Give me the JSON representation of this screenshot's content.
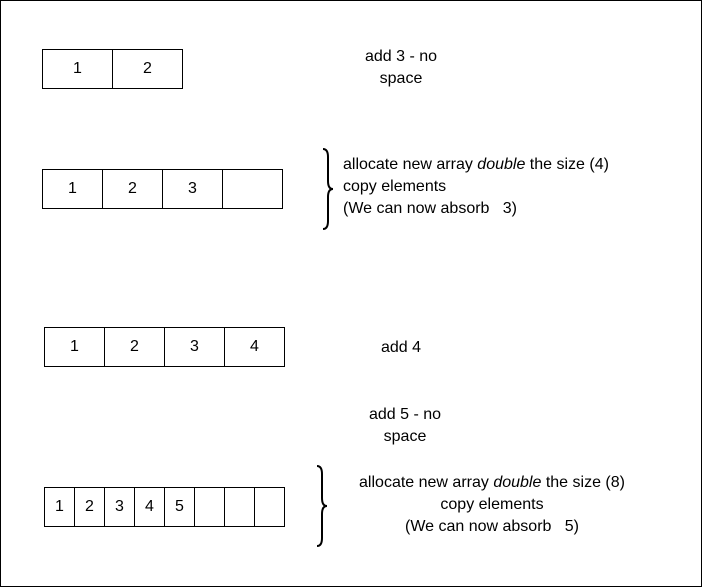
{
  "step1": {
    "cells": [
      "1",
      "2"
    ],
    "note_line1": "add 3 - no",
    "note_line2": "space"
  },
  "step2": {
    "cells": [
      "1",
      "2",
      "3",
      ""
    ],
    "line1_prefix": "allocate new array ",
    "line1_em": "double",
    "line1_suffix": " the size (4)",
    "line2": "copy elements",
    "line3": "(We can now absorb   3)"
  },
  "step3": {
    "cells": [
      "1",
      "2",
      "3",
      "4"
    ],
    "note": "add 4"
  },
  "step4": {
    "note_line1": "add 5 - no",
    "note_line2": "space"
  },
  "step5": {
    "cells": [
      "1",
      "2",
      "3",
      "4",
      "5",
      "",
      "",
      ""
    ],
    "line1_prefix": "allocate new array ",
    "line1_em": "double",
    "line1_suffix": " the size (8)",
    "line2": "copy elements",
    "line3": "(We can now absorb   5)"
  }
}
